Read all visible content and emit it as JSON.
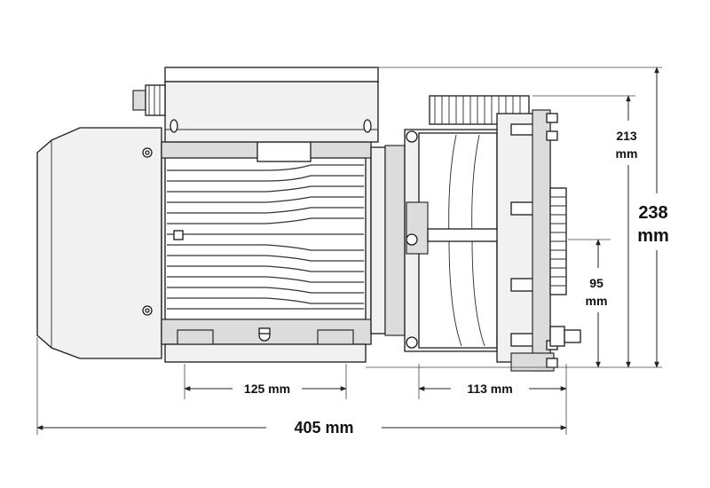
{
  "dimensions": {
    "overall_length": "405 mm",
    "motor_foot_spacing": "125 mm",
    "pump_foot_spacing": "113 mm",
    "height_top_port": [
      "213",
      "mm"
    ],
    "overall_height": [
      "238",
      "mm"
    ],
    "port_center_height": [
      "95",
      "mm"
    ]
  },
  "icons": {
    "drawing": "pump-side-view-icon"
  }
}
